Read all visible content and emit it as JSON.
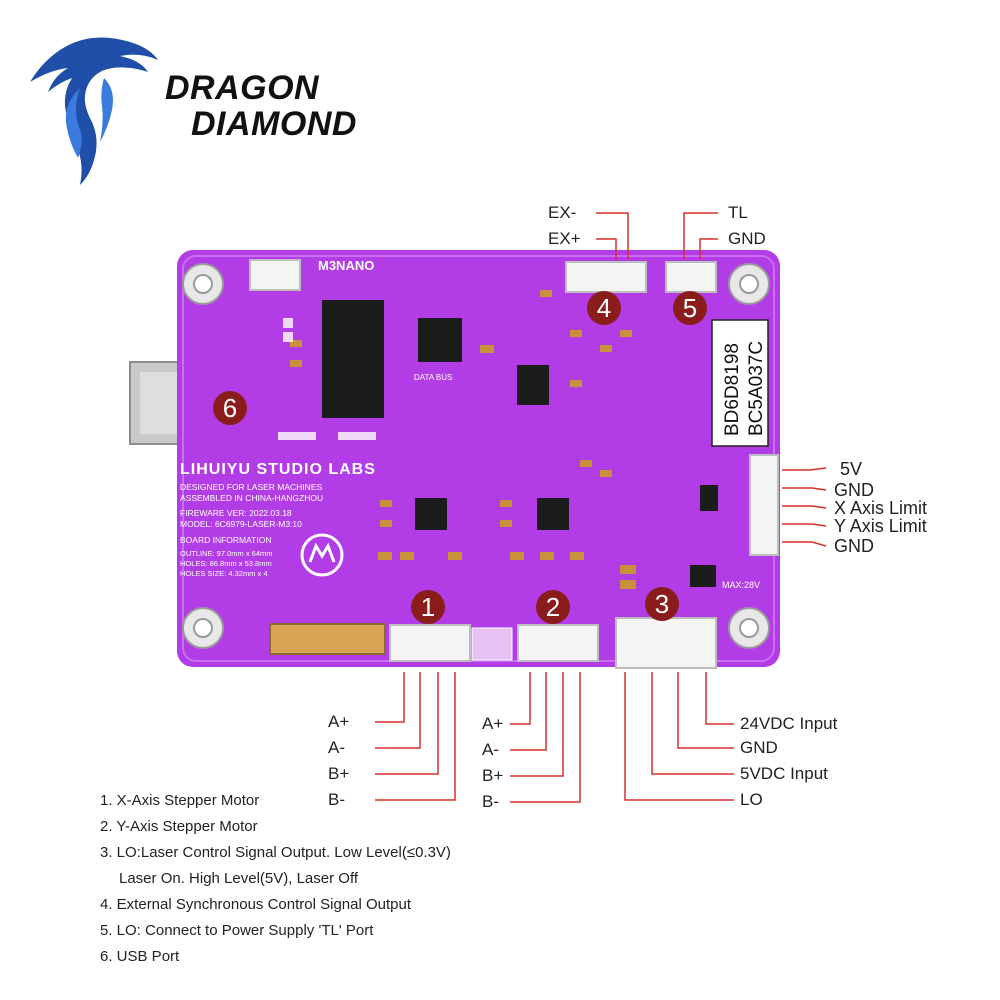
{
  "brand": {
    "line1": "DRAGON",
    "line2": "DIAMOND"
  },
  "board": {
    "nano_label": "M3NANO",
    "maker": "LIHUIYU STUDIO LABS",
    "info_lines": [
      "DESIGNED FOR LASER MACHINES",
      "ASSEMBLED IN CHINA-HANGZHOU",
      "FIREWARE VER: 2022.03.18",
      "MODEL: 6C6979-LASER-M3:10"
    ],
    "board_info_title": "BOARD INFORMATION",
    "dims_lines": [
      "OUTLINE: 97.0mm x 64mm",
      "HOLES: 86.8mm x 53.8mm",
      "HOLES SIZE: 4.32mm x 4"
    ],
    "serial_1": "BD6D8198",
    "serial_2": "BC5A037C",
    "max_label": "MAX:28V",
    "data_bus": "DATA BUS"
  },
  "markers": [
    {
      "number": "4"
    },
    {
      "number": "5"
    },
    {
      "number": "6"
    },
    {
      "number": "1"
    },
    {
      "number": "2"
    },
    {
      "number": "3"
    }
  ],
  "top_labels": {
    "ex_minus": "EX-",
    "ex_plus": "EX+",
    "tl": "TL",
    "gnd": "GND"
  },
  "right_labels": [
    "5V",
    "GND",
    "X Axis Limit",
    "Y Axis Limit",
    "GND"
  ],
  "bottom_x_labels": [
    "A+",
    "A-",
    "B+",
    "B-"
  ],
  "bottom_y_labels": [
    "A+",
    "A-",
    "B+",
    "B-"
  ],
  "bottom_power_labels": [
    "24VDC Input",
    "GND",
    "5VDC Input",
    "LO"
  ],
  "legend": {
    "item1": "1. X-Axis Stepper Motor",
    "item2": "2. Y-Axis Stepper Motor",
    "item3a": "3. LO:Laser Control Signal Output. Low Level(≤0.3V)",
    "item3b": "Laser On. High Level(5V), Laser Off",
    "item4": "4. External Synchronous Control Signal Output",
    "item5": "5. LO: Connect to Power Supply 'TL' Port",
    "item6": "6. USB Port"
  },
  "colors": {
    "board": "#b23de6",
    "board_dark": "#7d1fb0",
    "marker": "#8a1c1c",
    "leader": "#d9302a",
    "logo_blue": "#1f4fa8"
  }
}
